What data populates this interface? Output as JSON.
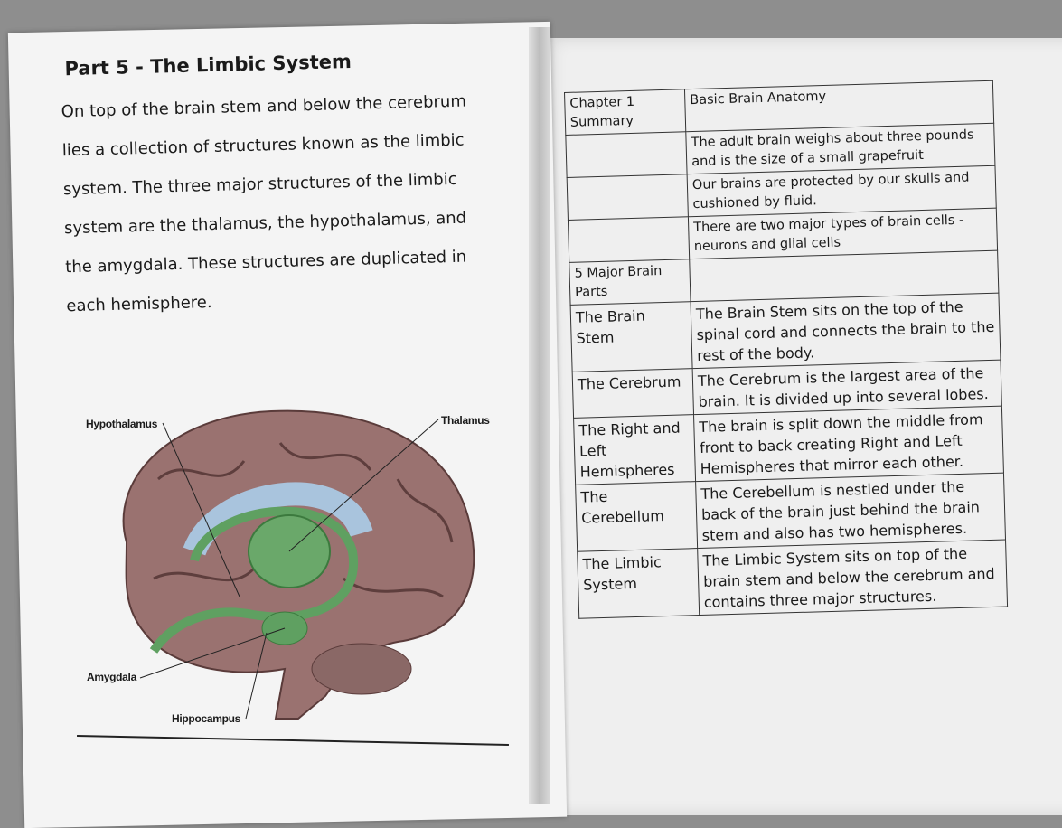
{
  "left_page": {
    "title": "Part 5 - The Limbic System",
    "paragraph": "On top of the brain stem and below the cerebrum lies a collection of structures known as the limbic system. The three major structures of the limbic system are the thalamus, the hypothalamus, and the amygdala. These structures are duplicated in each hemisphere.",
    "figure_labels": {
      "hypothalamus": "Hypothalamus",
      "thalamus": "Thalamus",
      "amygdala": "Amygdala",
      "hippocampus": "Hippocampus"
    }
  },
  "summary_table": {
    "rows": [
      {
        "label": "Chapter 1 Summary",
        "text": "Basic Brain Anatomy"
      },
      {
        "label": "",
        "text": "The adult brain weighs about three pounds and is the size of a small grapefruit"
      },
      {
        "label": "",
        "text": "Our brains are protected by our skulls and cushioned by fluid."
      },
      {
        "label": "",
        "text": "There are two major types of brain cells - neurons and glial cells"
      },
      {
        "label": "5 Major Brain Parts",
        "text": ""
      },
      {
        "label": "The Brain Stem",
        "text": "The Brain Stem sits on the top of the spinal cord and connects the brain to the rest of the body."
      },
      {
        "label": "The Cerebrum",
        "text": "The Cerebrum is the largest area of the brain.  It is divided up into several lobes."
      },
      {
        "label": "The Right and Left Hemispheres",
        "text": "The brain is split down the middle from front to back creating Right and Left Hemispheres that mirror each other."
      },
      {
        "label": "The Cerebellum",
        "text": "The Cerebellum is nestled under the back of the brain just behind the brain stem and also has two hemispheres."
      },
      {
        "label": "The Limbic System",
        "text": "The Limbic System sits on top of the brain stem and below the cerebrum and contains three major structures."
      }
    ]
  }
}
